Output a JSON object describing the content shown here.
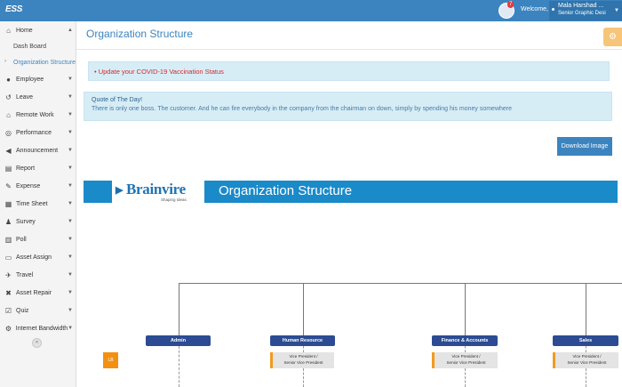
{
  "header": {
    "brand": "ESS",
    "notification_count": "7",
    "welcome": "Welcome,",
    "user_name": "Mala Harshad ...",
    "user_role": "Senior Graphic Desi"
  },
  "sidebar": {
    "items": [
      {
        "label": "Home",
        "icon": "home-icon",
        "glyph": "⌂"
      },
      {
        "label": "Employee",
        "icon": "user-icon",
        "glyph": "●"
      },
      {
        "label": "Leave",
        "icon": "history-icon",
        "glyph": "↺"
      },
      {
        "label": "Remote Work",
        "icon": "house-icon",
        "glyph": "⌂"
      },
      {
        "label": "Performance",
        "icon": "target-icon",
        "glyph": "◎"
      },
      {
        "label": "Announcement",
        "icon": "megaphone-icon",
        "glyph": "◀"
      },
      {
        "label": "Report",
        "icon": "book-icon",
        "glyph": "▤"
      },
      {
        "label": "Expense",
        "icon": "pencil-icon",
        "glyph": "✎"
      },
      {
        "label": "Time Sheet",
        "icon": "calendar-icon",
        "glyph": "▦"
      },
      {
        "label": "Survey",
        "icon": "users-icon",
        "glyph": "♟"
      },
      {
        "label": "Poll",
        "icon": "bar-chart-icon",
        "glyph": "▥"
      },
      {
        "label": "Asset Assign",
        "icon": "desktop-icon",
        "glyph": "▭"
      },
      {
        "label": "Travel",
        "icon": "plane-icon",
        "glyph": "✈"
      },
      {
        "label": "Asset Repair",
        "icon": "wrench-icon",
        "glyph": "✖"
      },
      {
        "label": "Quiz",
        "icon": "checkbox-icon",
        "glyph": "☑"
      },
      {
        "label": "Internet Bandwidth",
        "icon": "cogs-icon",
        "glyph": "⚙"
      }
    ],
    "subitems": [
      {
        "label": "Dash Board"
      },
      {
        "label": "Organization Structure"
      }
    ]
  },
  "main": {
    "title": "Organization Structure",
    "covid_notice": "Update your COVID-19 Vaccination Status",
    "quote_title": "Quote of The Day!",
    "quote_text": "There is only one boss. The customer. And he can fire everybody in the company from the chairman on down, simply by spending his money somewhere",
    "download_label": "Download Image"
  },
  "org_chart": {
    "logo_word": "Brainvire",
    "logo_tagline": "Shaping Ideas",
    "banner_title": "Organization Structure",
    "departments": [
      {
        "name": "Admin"
      },
      {
        "name": "Human Resource",
        "role_line1": "Vice President /",
        "role_line2": "Senior Vice President"
      },
      {
        "name": "Finance & Accounts",
        "role_line1": "Vice President /",
        "role_line2": "Senior Vice President"
      },
      {
        "name": "Sales",
        "role_line1": "Vice President /",
        "role_line2": "Senior Vice President"
      }
    ],
    "admin_badge": "LB"
  },
  "colors": {
    "topbar": "#3c84bf",
    "banner": "#1a8ac9",
    "dept_box": "#2c4b92",
    "accent_orange": "#f39a1e",
    "alert_text": "#d9262d"
  }
}
